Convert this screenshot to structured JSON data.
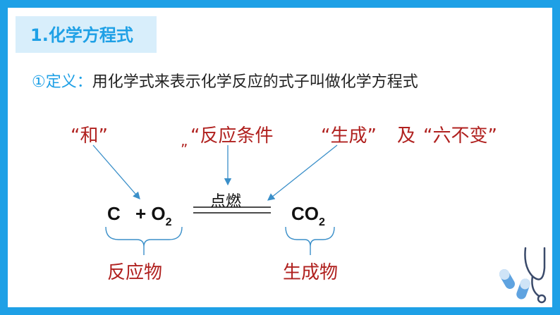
{
  "title": "1.化学方程式",
  "definition": {
    "label": "①定义：",
    "text": "用化学式来表示化学反应的式子叫做化学方程式"
  },
  "annotations": {
    "he": "“和”",
    "condition": "“反应条件",
    "condition_close": "”",
    "generate": "“生成”",
    "ji": "及",
    "six": "“六不变”"
  },
  "equation": {
    "c": "C",
    "plus_o": "+ O",
    "sub2a": "2",
    "condition": "点燃",
    "co": "CO",
    "sub2b": "2"
  },
  "labels": {
    "reactant": "反应物",
    "product": "生成物"
  },
  "colors": {
    "accent": "#1ea0e6",
    "annotation_red": "#b0211f",
    "arrow_blue": "#3a8fc9"
  }
}
